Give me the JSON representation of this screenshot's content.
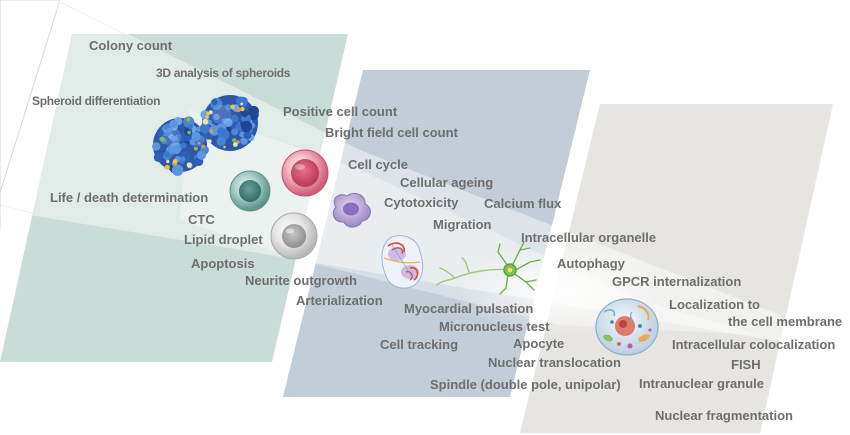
{
  "colors": {
    "panel_left": "#c9dcd7",
    "panel_middle": "#c3cdd8",
    "panel_right": "#e6e5e1",
    "text": "#6e6e6e",
    "beam": "#ffffff"
  },
  "icons": {
    "spheroids": "spheroid-cluster-icon",
    "pink_cell": "pink-cell-icon",
    "teal_cell": "teal-cell-icon",
    "gray_cell": "gray-cell-icon",
    "purple_cell": "purple-irregular-cell-icon",
    "dividing_cell": "dividing-cell-icon",
    "neuron": "neuron-icon",
    "organelle_cell": "organelle-cell-icon"
  },
  "labels": {
    "colony_count": "Colony count",
    "spheroids_3d": "3D analysis of spheroids",
    "spheroid_diff": "Spheroid differentiation",
    "positive_cell_count": "Positive cell count",
    "bright_field": "Bright field cell count",
    "cell_cycle": "Cell cycle",
    "life_death": "Life / death determination",
    "cellular_ageing": "Cellular ageing",
    "cytotoxicity": "Cytotoxicity",
    "calcium_flux": "Calcium flux",
    "ctc": "CTC",
    "migration": "Migration",
    "lipid_droplet": "Lipid droplet",
    "intracellular_organelle": "Intracellular organelle",
    "apoptosis": "Apoptosis",
    "autophagy": "Autophagy",
    "neurite_outgrowth": "Neurite outgrowth",
    "gpcr": "GPCR internalization",
    "arterialization": "Arterialization",
    "localization_1": "Localization to",
    "myocardial": "Myocardial pulsation",
    "localization_2": "the cell membrane",
    "micronucleus": "Micronucleus test",
    "cell_tracking": "Cell tracking",
    "apocyte": "Apocyte",
    "intracellular_colocalization": "Intracellular colocalization",
    "nuclear_translocation": "Nuclear translocation",
    "fish": "FISH",
    "spindle": "Spindle (double pole, unipolar)",
    "intranuclear_granule": "Intranuclear granule",
    "nuclear_fragmentation": "Nuclear fragmentation"
  }
}
